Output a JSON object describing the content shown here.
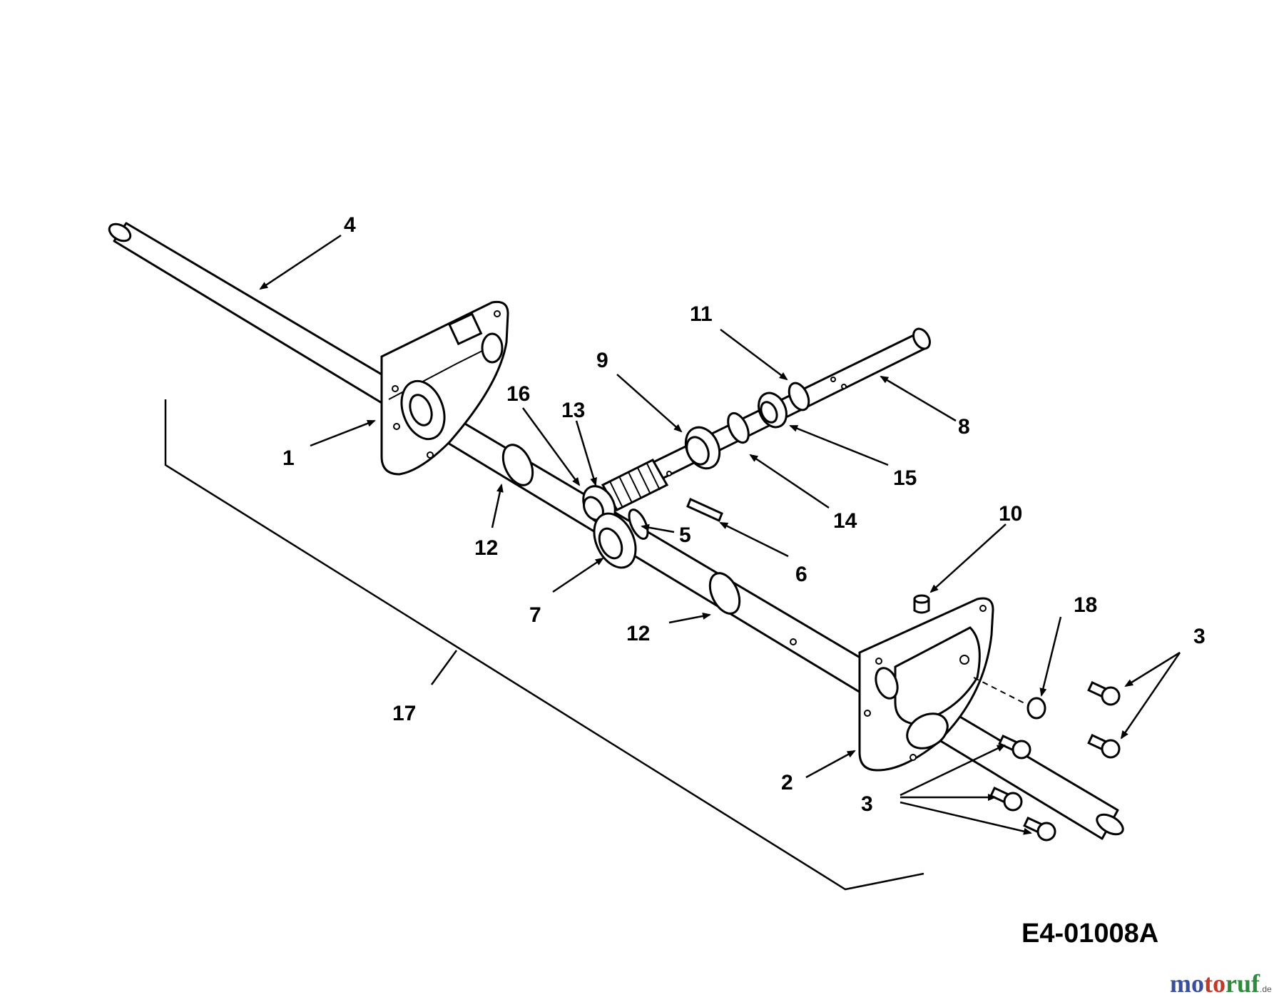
{
  "diagram": {
    "callouts": [
      {
        "id": "c4",
        "label": "4"
      },
      {
        "id": "c1",
        "label": "1"
      },
      {
        "id": "c12a",
        "label": "12"
      },
      {
        "id": "c16",
        "label": "16"
      },
      {
        "id": "c13",
        "label": "13"
      },
      {
        "id": "c9",
        "label": "9"
      },
      {
        "id": "c11",
        "label": "11"
      },
      {
        "id": "c8",
        "label": "8"
      },
      {
        "id": "c15",
        "label": "15"
      },
      {
        "id": "c14",
        "label": "14"
      },
      {
        "id": "c5",
        "label": "5"
      },
      {
        "id": "c6",
        "label": "6"
      },
      {
        "id": "c7",
        "label": "7"
      },
      {
        "id": "c12b",
        "label": "12"
      },
      {
        "id": "c10",
        "label": "10"
      },
      {
        "id": "c18",
        "label": "18"
      },
      {
        "id": "c3a",
        "label": "3"
      },
      {
        "id": "c3b",
        "label": "3"
      },
      {
        "id": "c2",
        "label": "2"
      },
      {
        "id": "c17",
        "label": "17"
      }
    ],
    "code": "E4-01008A"
  },
  "watermark": {
    "part1": "mo",
    "part2": "to",
    "part3": "ruf",
    "tld": ".de"
  }
}
